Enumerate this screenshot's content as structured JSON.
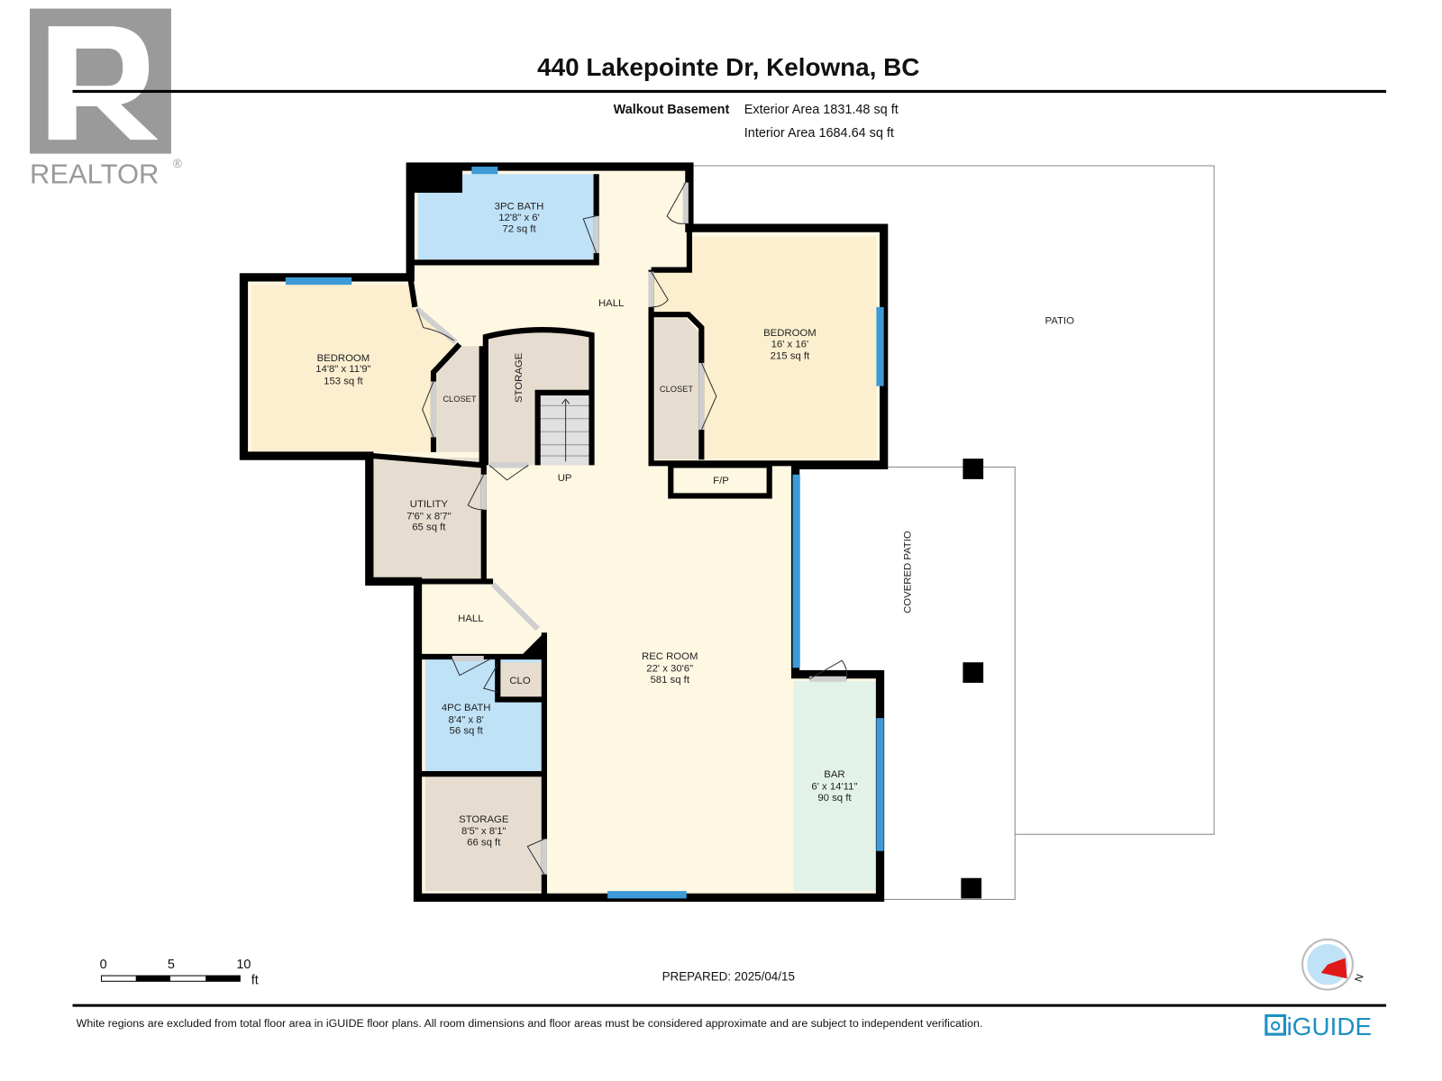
{
  "header": {
    "title": "440 Lakepointe Dr, Kelowna, BC",
    "floor_label": "Walkout Basement",
    "exterior_area": "Exterior Area 1831.48 sq ft",
    "interior_area": "Interior Area 1684.64 sq ft"
  },
  "logo": {
    "realtor": "REALTOR",
    "registered": "®",
    "iguide": "iGUIDE"
  },
  "rooms": {
    "bath3": {
      "name": "3PC BATH",
      "dims": "12'8\" x 6'",
      "area": "72 sq ft"
    },
    "bedroom_left": {
      "name": "BEDROOM",
      "dims": "14'8\" x 11'9\"",
      "area": "153 sq ft"
    },
    "bedroom_right": {
      "name": "BEDROOM",
      "dims": "16' x 16'",
      "area": "215 sq ft"
    },
    "hall_upper": {
      "name": "HALL"
    },
    "closet_left": {
      "name": "CLOSET"
    },
    "closet_right": {
      "name": "CLOSET"
    },
    "storage_stairs": {
      "name": "STORAGE"
    },
    "stairs": {
      "name": "UP"
    },
    "fireplace": {
      "name": "F/P"
    },
    "utility": {
      "name": "UTILITY",
      "dims": "7'6\" x 8'7\"",
      "area": "65 sq ft"
    },
    "hall_lower": {
      "name": "HALL"
    },
    "clo": {
      "name": "CLO"
    },
    "bath4": {
      "name": "4PC BATH",
      "dims": "8'4\" x 8'",
      "area": "56 sq ft"
    },
    "storage": {
      "name": "STORAGE",
      "dims": "8'5\" x 8'1\"",
      "area": "66 sq ft"
    },
    "rec_room": {
      "name": "REC ROOM",
      "dims": "22' x 30'6\"",
      "area": "581 sq ft"
    },
    "bar": {
      "name": "BAR",
      "dims": "6' x 14'11\"",
      "area": "90 sq ft"
    },
    "patio": {
      "name": "PATIO"
    },
    "covered_patio": {
      "name": "COVERED PATIO"
    }
  },
  "scale": {
    "ticks": [
      "0",
      "5",
      "10"
    ],
    "unit": "ft"
  },
  "prepared": "PREPARED: 2025/04/15",
  "compass": {
    "label": "N"
  },
  "footer": {
    "disclaimer": "White regions are excluded from total floor area in iGUIDE floor plans. All room dimensions and floor areas must be considered approximate and are subject to independent verification."
  },
  "colors": {
    "bedroom": "#fcefcf",
    "hall": "#fef7e2",
    "bath": "#bfe2f7",
    "storage": "#e6ddd0",
    "bar": "#e3f2e8",
    "window": "#3d9ad6"
  }
}
